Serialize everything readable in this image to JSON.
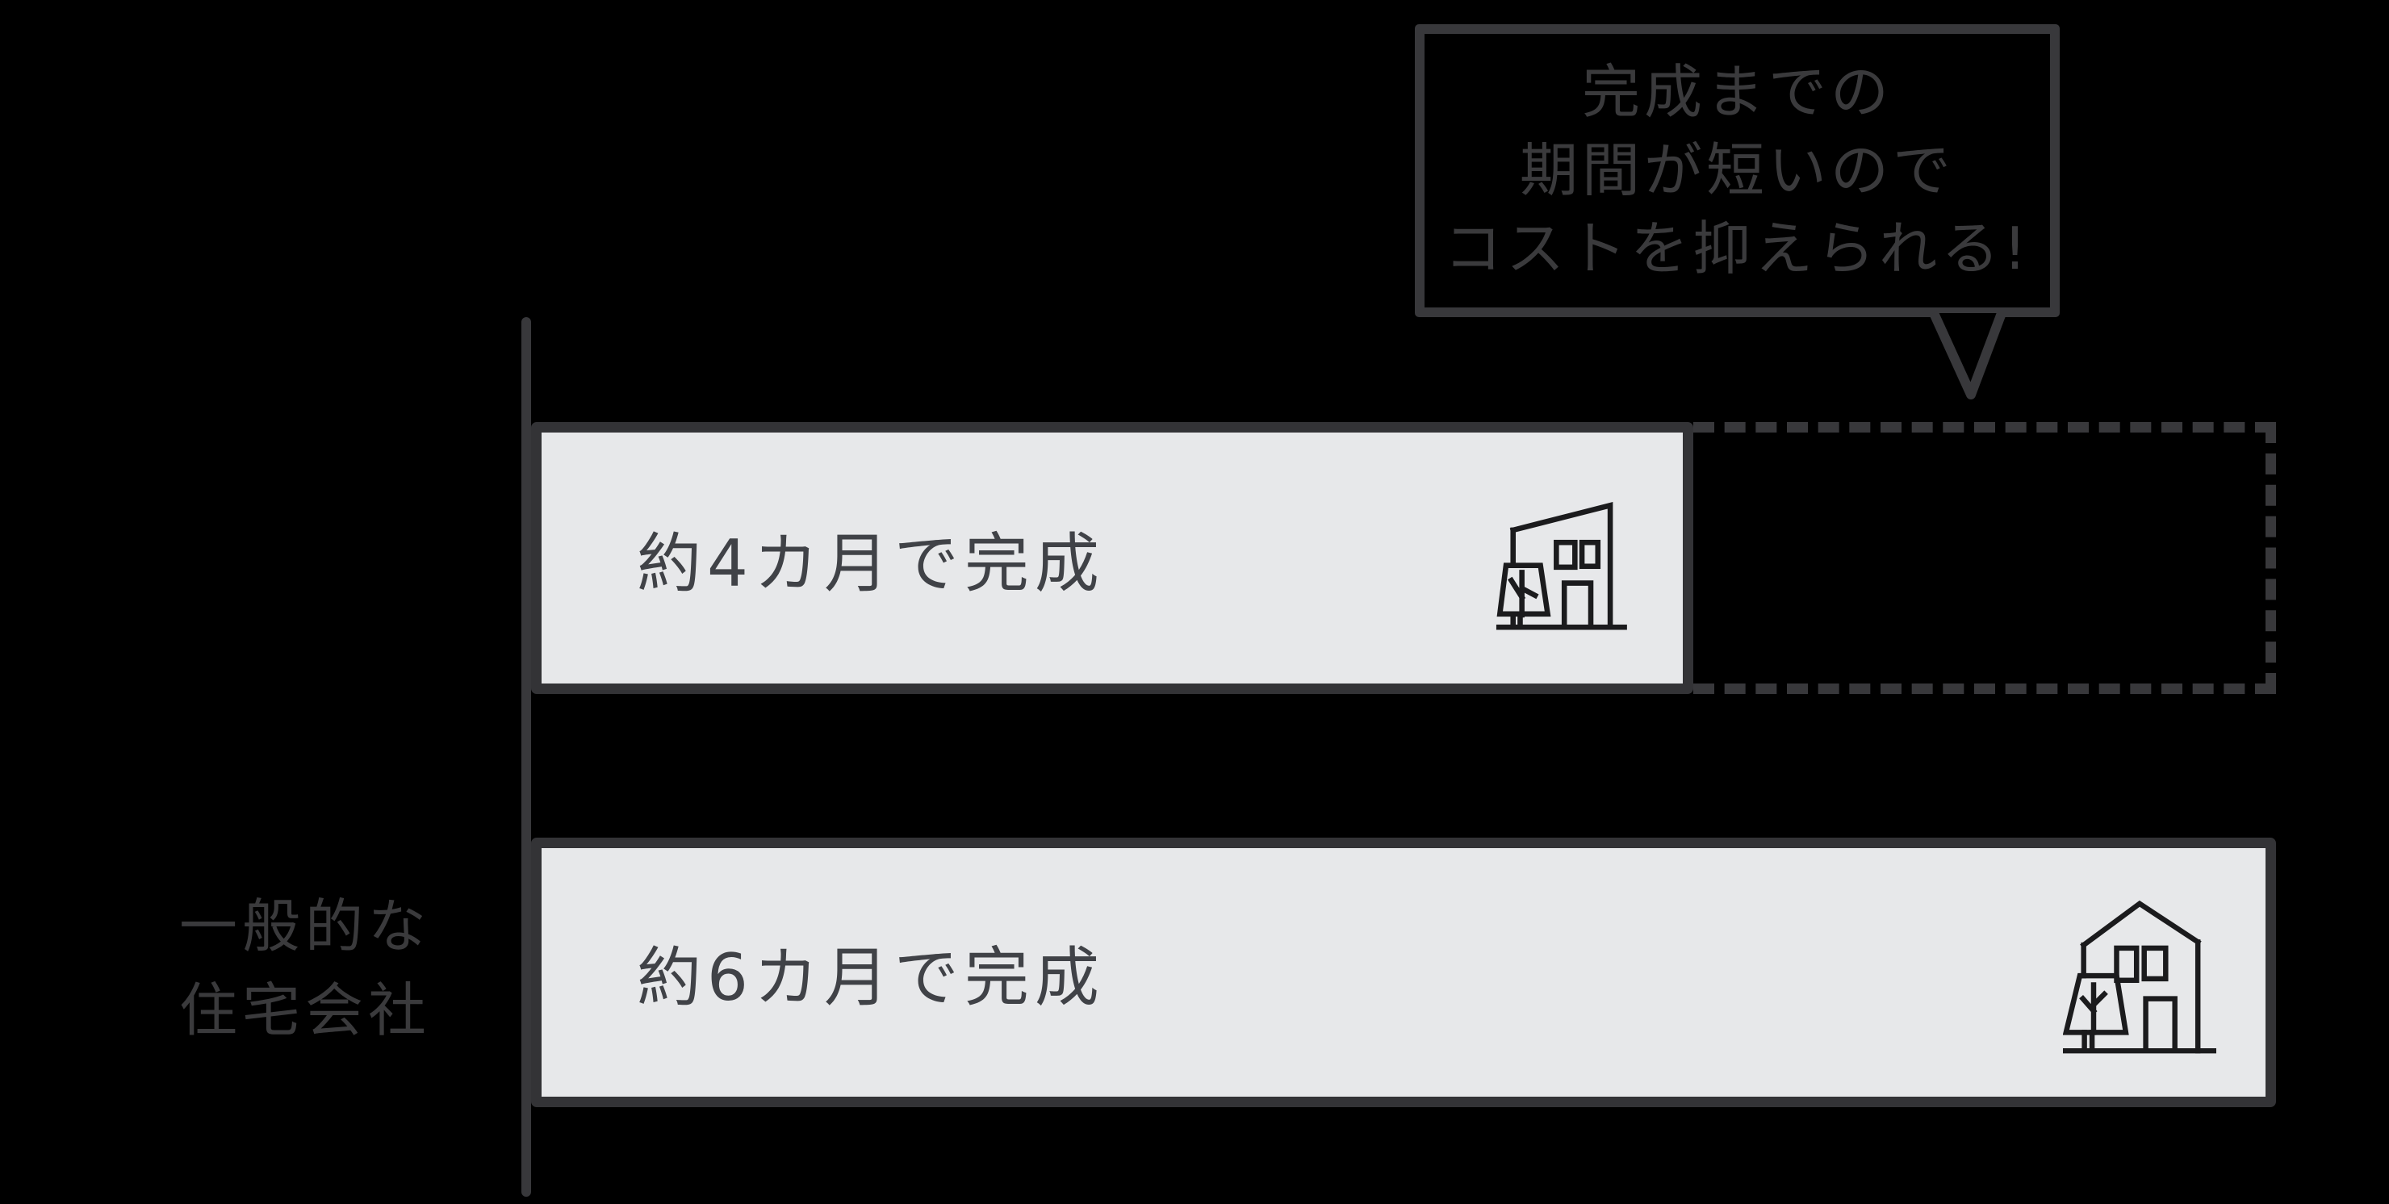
{
  "callout": {
    "lines": [
      "完成までの",
      "期間が短いので",
      "コストを抑えられる!"
    ]
  },
  "rows": [
    {
      "label_lines": [],
      "bar_text": "約4カ月で完成",
      "months": 4
    },
    {
      "label_lines": [
        "一般的な",
        "住宅会社"
      ],
      "bar_text": "約6カ月で完成",
      "months": 6
    }
  ],
  "icons": {
    "top_bar_icon": "modern-house-icon",
    "bottom_bar_icon": "gable-house-icon"
  },
  "colors": {
    "background": "#000000",
    "bar_fill": "#e7e8ea",
    "stroke": "#38383b",
    "bar_text": "#404247",
    "icon_stroke": "#1b1b1d"
  },
  "chart_data": {
    "type": "bar",
    "orientation": "horizontal",
    "unit": "カ月",
    "categories": [
      "",
      "一般的な住宅会社"
    ],
    "series": [
      {
        "name": "完成までの期間",
        "values": [
          4,
          6
        ]
      }
    ],
    "bar_value_labels": [
      "約4カ月で完成",
      "約6カ月で完成"
    ],
    "xlim": [
      0,
      6
    ],
    "projection": {
      "row_index": 0,
      "from": 4,
      "to": 6,
      "style": "dashed"
    },
    "annotation": "完成までの期間が短いのでコストを抑えられる!",
    "title": "",
    "xlabel": "",
    "ylabel": "",
    "grid": false,
    "legend_position": "none"
  }
}
